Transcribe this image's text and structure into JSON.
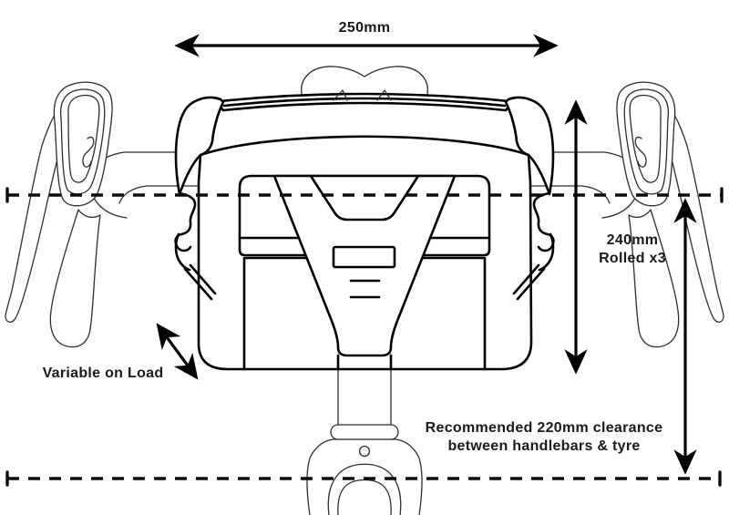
{
  "page": {
    "background": "#ffffff",
    "line_color": "#000000",
    "subject": "handlebar-bag-front-view-dimension-diagram"
  },
  "dimensions": {
    "width": {
      "value": "250mm"
    },
    "height": {
      "value": "240mm",
      "note": "Rolled x3"
    },
    "load": {
      "text": "Variable on Load"
    },
    "clearance": {
      "text_line1": "Recommended 220mm clearance",
      "text_line2": "between handlebars & tyre"
    }
  }
}
